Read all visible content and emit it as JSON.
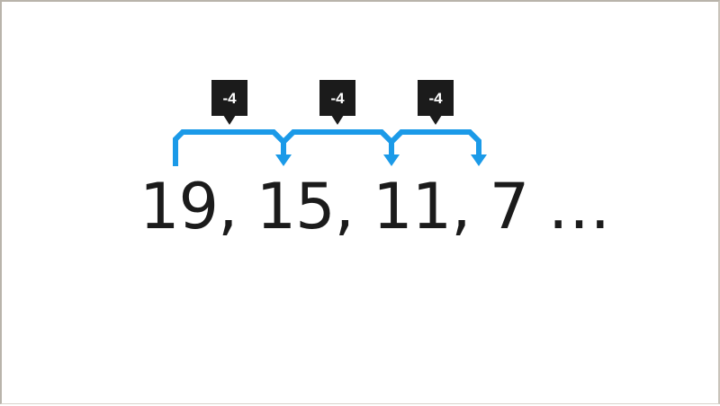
{
  "sequence": {
    "text": "19, 15, 11, 7 …",
    "terms": [
      "19",
      "15",
      "11",
      "7"
    ],
    "continuation": "…"
  },
  "steps": [
    {
      "label": "-4",
      "from": "19",
      "to": "15"
    },
    {
      "label": "-4",
      "from": "15",
      "to": "11"
    },
    {
      "label": "-4",
      "from": "11",
      "to": "7"
    }
  ],
  "colors": {
    "arrow": "#1b9ae8",
    "label_bg": "#1b1b1b",
    "label_text": "#ffffff",
    "text": "#1b1b1b"
  }
}
